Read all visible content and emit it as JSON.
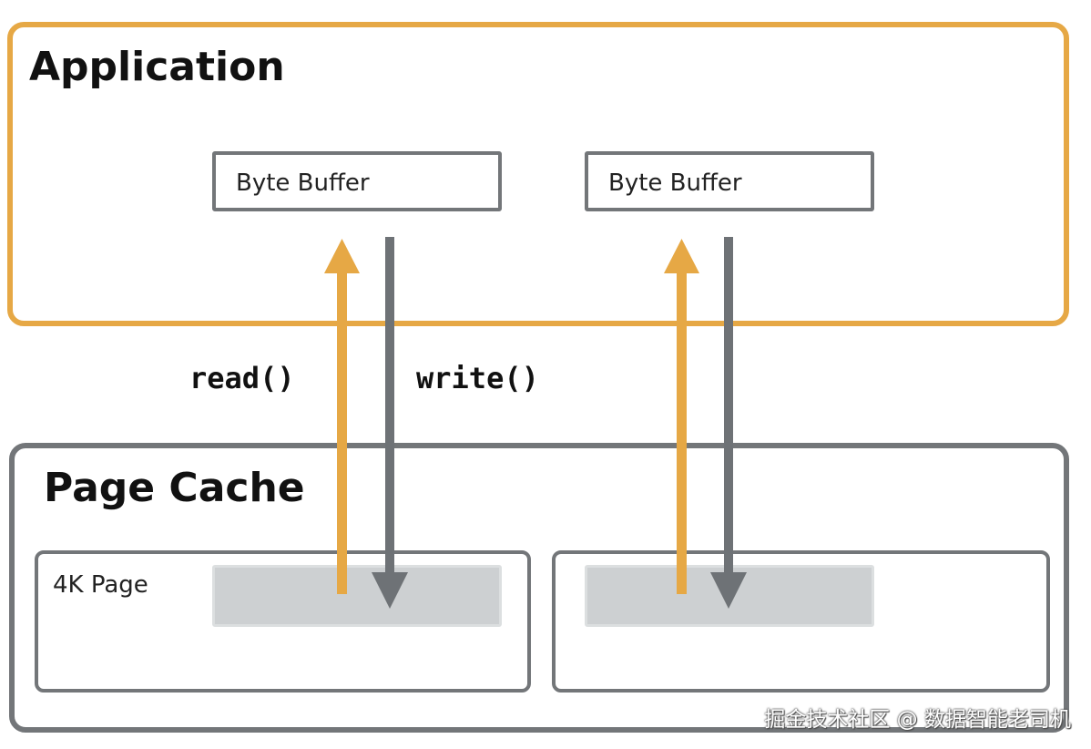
{
  "application": {
    "title": "Application"
  },
  "buffers": [
    {
      "label": "Byte Buffer"
    },
    {
      "label": "Byte Buffer"
    }
  ],
  "page_cache": {
    "title": "Page Cache",
    "page_label": "4K Page"
  },
  "operations": {
    "read_label": "read()",
    "write_label": "write()"
  },
  "watermark": "掘金技术社区 @ 数据智能老司机",
  "colors": {
    "application_border": "#e6a845",
    "page_cache_border": "#737679",
    "read_arrow": "#e6a845",
    "write_arrow": "#6e7276",
    "page_segment": "#cdd0d2"
  }
}
